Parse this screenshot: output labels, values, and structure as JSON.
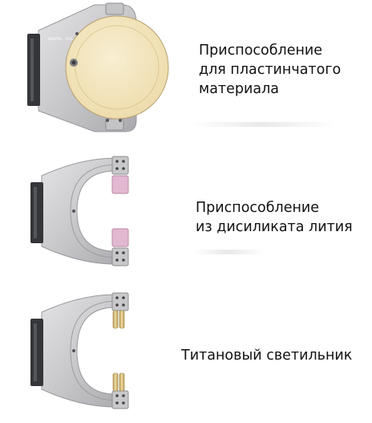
{
  "items": [
    {
      "label": "Приспособление\nдля пластинчатого\nматериала",
      "icon": "holder-disc-blank-icon",
      "brand_mark": "DENTAL",
      "brand_suffix": "SYS"
    },
    {
      "label": "Приспособление\nиз дисиликата лития",
      "icon": "holder-block-clamp-icon"
    },
    {
      "label": "Титановый светильник",
      "icon": "holder-titanium-pin-icon"
    }
  ],
  "colors": {
    "metal_light": "#d4d4d6",
    "metal_mid": "#b9b9bc",
    "metal_dark": "#8c8c90",
    "grip": "#3a3b3f",
    "disc": "#f3e4bc",
    "ceramic_block": "#e2b8d0",
    "titanium_pin": "#d8c48c"
  }
}
